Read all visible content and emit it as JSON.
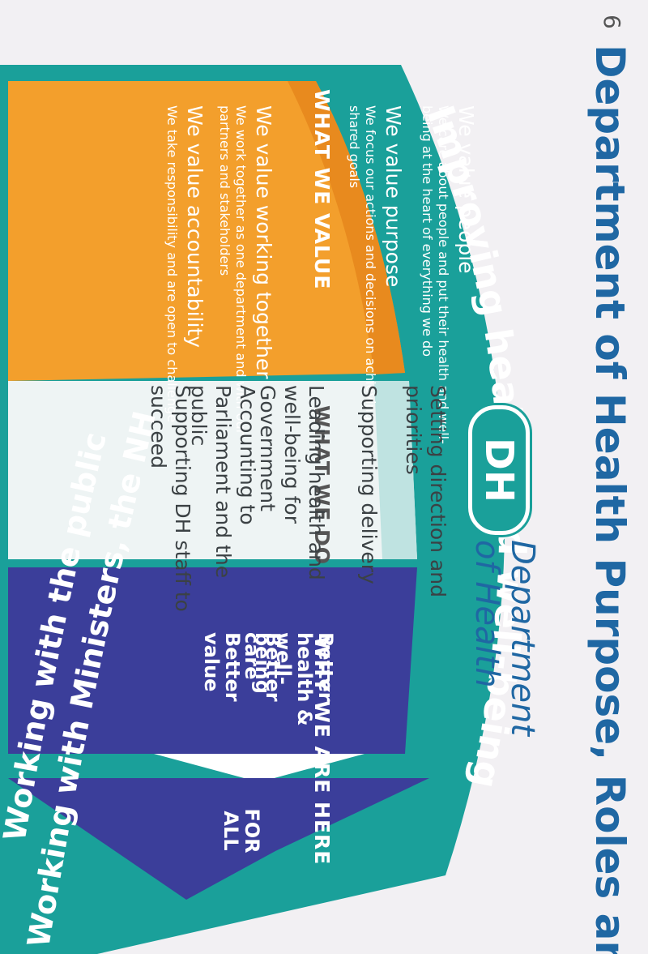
{
  "page_number": "6",
  "title": "Department of Health Purpose, Roles and Values",
  "logo": {
    "badge": "DH",
    "line1": "Department",
    "line2": "of Health"
  },
  "arc_top": "Improving health and well-being",
  "arc_bottom_line1": "Working with Ministers, the NHS, social care and partners",
  "arc_bottom_line2": "Working with the public",
  "columns": {
    "value_header": "WHAT WE VALUE",
    "do_header": "WHAT WE DO",
    "why_header": "WHY WE ARE HERE"
  },
  "values": [
    {
      "title": "We value people",
      "desc": "We care about people and put their health and well-being at the heart of everything we do"
    },
    {
      "title": "We value purpose",
      "desc": "We focus our actions and decisions on achieving shared goals"
    },
    {
      "title": "We value working together",
      "desc": "We work together as one department and with our partners and stakeholders"
    },
    {
      "title": "We value accountability",
      "desc": "We take responsibility and are open to challenge"
    }
  ],
  "do_items": [
    "Setting direction and priorities",
    "Supporting delivery",
    "Leading health and well-being for Government",
    "Accounting to Parliament and the public",
    "Supporting DH staff to succeed"
  ],
  "why_items": [
    "Better health & well-being",
    "Better care",
    "Better value"
  ],
  "for_all": "FOR ALL",
  "colors": {
    "teal": "#1aa09a",
    "orange": "#f39f2c",
    "light": "#eef4f4",
    "navy": "#3b3e9a",
    "title_blue": "#1f67a3"
  }
}
